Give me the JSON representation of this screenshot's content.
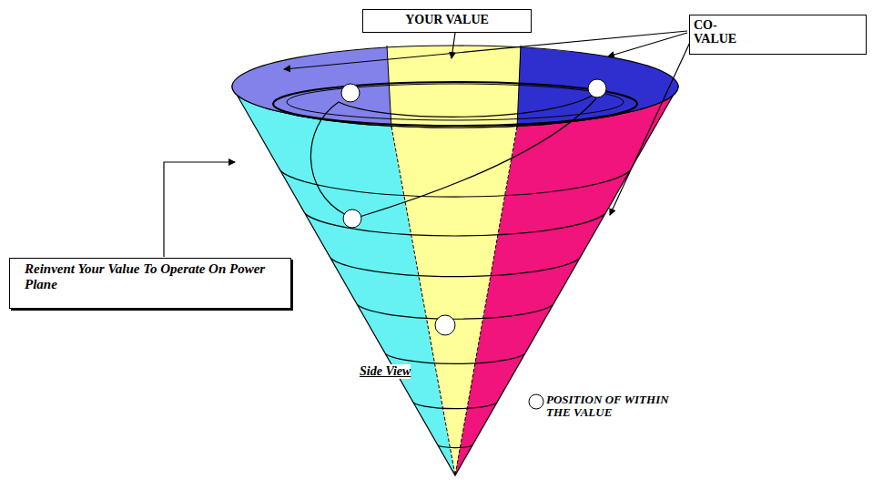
{
  "diagram": {
    "nodes": [
      {
        "text": [
          "YOUR VALUE"
        ]
      },
      {
        "text": [
          "CO- VALUE"
        ]
      },
      {
        "text": [
          "Reinvent Your Value To Operate On Power Plane"
        ]
      }
    ],
    "labels": [
      "Side View"
    ],
    "legend": [
      {
        "text": "POSITION OF WITHIN THE VALUE"
      }
    ]
  }
}
